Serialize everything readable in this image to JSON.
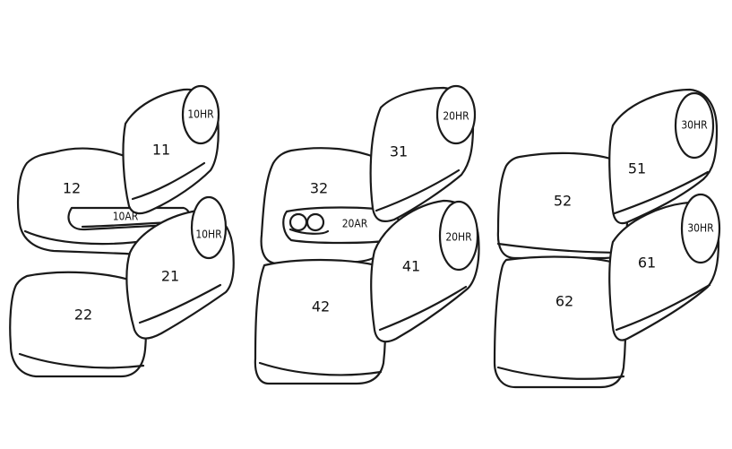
{
  "labels": {
    "p11": "11",
    "p12": "12",
    "p10ar": "10AR",
    "p10hr_a": "10HR",
    "p10hr_b": "10HR",
    "p21": "21",
    "p22": "22",
    "p31": "31",
    "p32": "32",
    "p20ar": "20AR",
    "p20hr_a": "20HR",
    "p20hr_b": "20HR",
    "p41": "41",
    "p42": "42",
    "p51": "51",
    "p52": "52",
    "p30hr_a": "30HR",
    "p30hr_b": "30HR",
    "p61": "61",
    "p62": "62"
  },
  "line_color": "#1a1a1a",
  "background": "#ffffff"
}
